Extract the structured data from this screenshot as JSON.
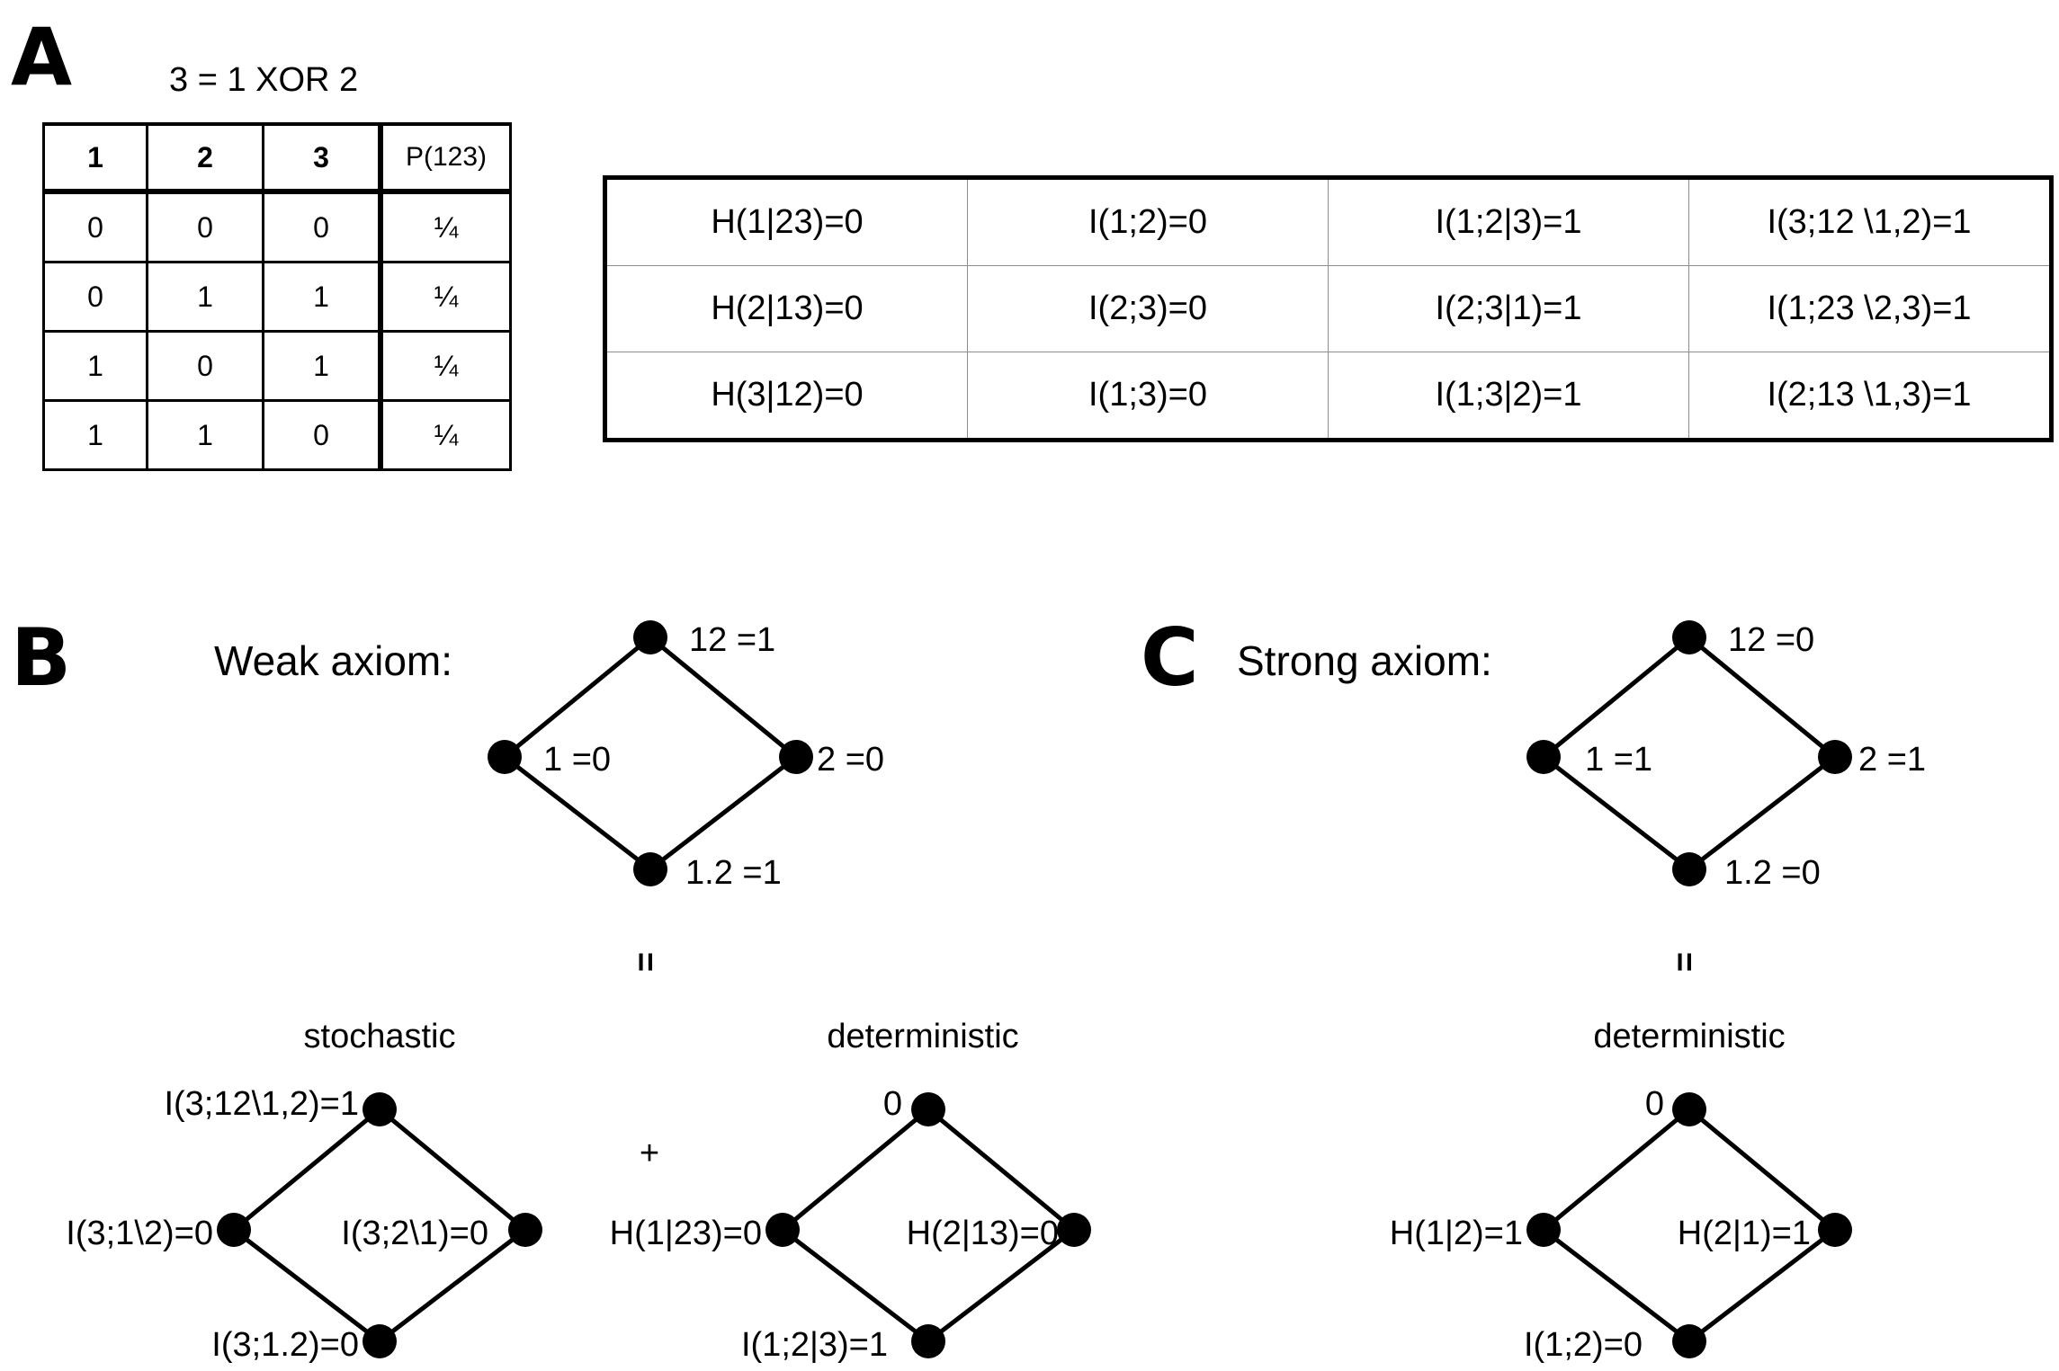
{
  "panel_a": {
    "letter": "A",
    "relation": "3 = 1 XOR 2",
    "truth_table": {
      "headers": [
        "1",
        "2",
        "3",
        "P(123)"
      ],
      "rows": [
        [
          "0",
          "0",
          "0",
          "¼"
        ],
        [
          "0",
          "1",
          "1",
          "¼"
        ],
        [
          "1",
          "0",
          "1",
          "¼"
        ],
        [
          "1",
          "1",
          "0",
          "¼"
        ]
      ]
    },
    "info_table": {
      "rows": [
        [
          "H(1|23)=0",
          "I(1;2)=0",
          "I(1;2|3)=1",
          "I(3;12 \\1,2)=1"
        ],
        [
          "H(2|13)=0",
          "I(2;3)=0",
          "I(2;3|1)=1",
          "I(1;23 \\2,3)=1"
        ],
        [
          "H(3|12)=0",
          "I(1;3)=0",
          "I(1;3|2)=1",
          "I(2;13 \\1,3)=1"
        ]
      ]
    }
  },
  "panel_b": {
    "letter": "B",
    "title": "Weak axiom:",
    "lattice": {
      "top": "12 =1",
      "left": "1 =0",
      "right": "2 =0",
      "bottom": "1.2 =1"
    },
    "equals": "=",
    "stochastic": {
      "label": "stochastic",
      "top": "I(3;12\\1,2)=1",
      "left": "I(3;1\\2)=0",
      "right": "I(3;2\\1)=0",
      "bottom": "I(3;1.2)=0"
    },
    "plus": "+",
    "deterministic": {
      "label": "deterministic",
      "top": "0",
      "left": "H(1|23)=0",
      "right": "H(2|13)=0",
      "bottom": "I(1;2|3)=1"
    }
  },
  "panel_c": {
    "letter": "C",
    "title": "Strong axiom:",
    "lattice": {
      "top": "12 =0",
      "left": "1 =1",
      "right": "2 =1",
      "bottom": "1.2 =0"
    },
    "equals": "=",
    "deterministic": {
      "label": "deterministic",
      "top": "0",
      "left": "H(1|2)=1",
      "right": "H(2|1)=1",
      "bottom": "I(1;2)=0"
    }
  },
  "colors": {
    "ink": "#000000",
    "grid": "#8c8c8c",
    "background": "#ffffff"
  }
}
